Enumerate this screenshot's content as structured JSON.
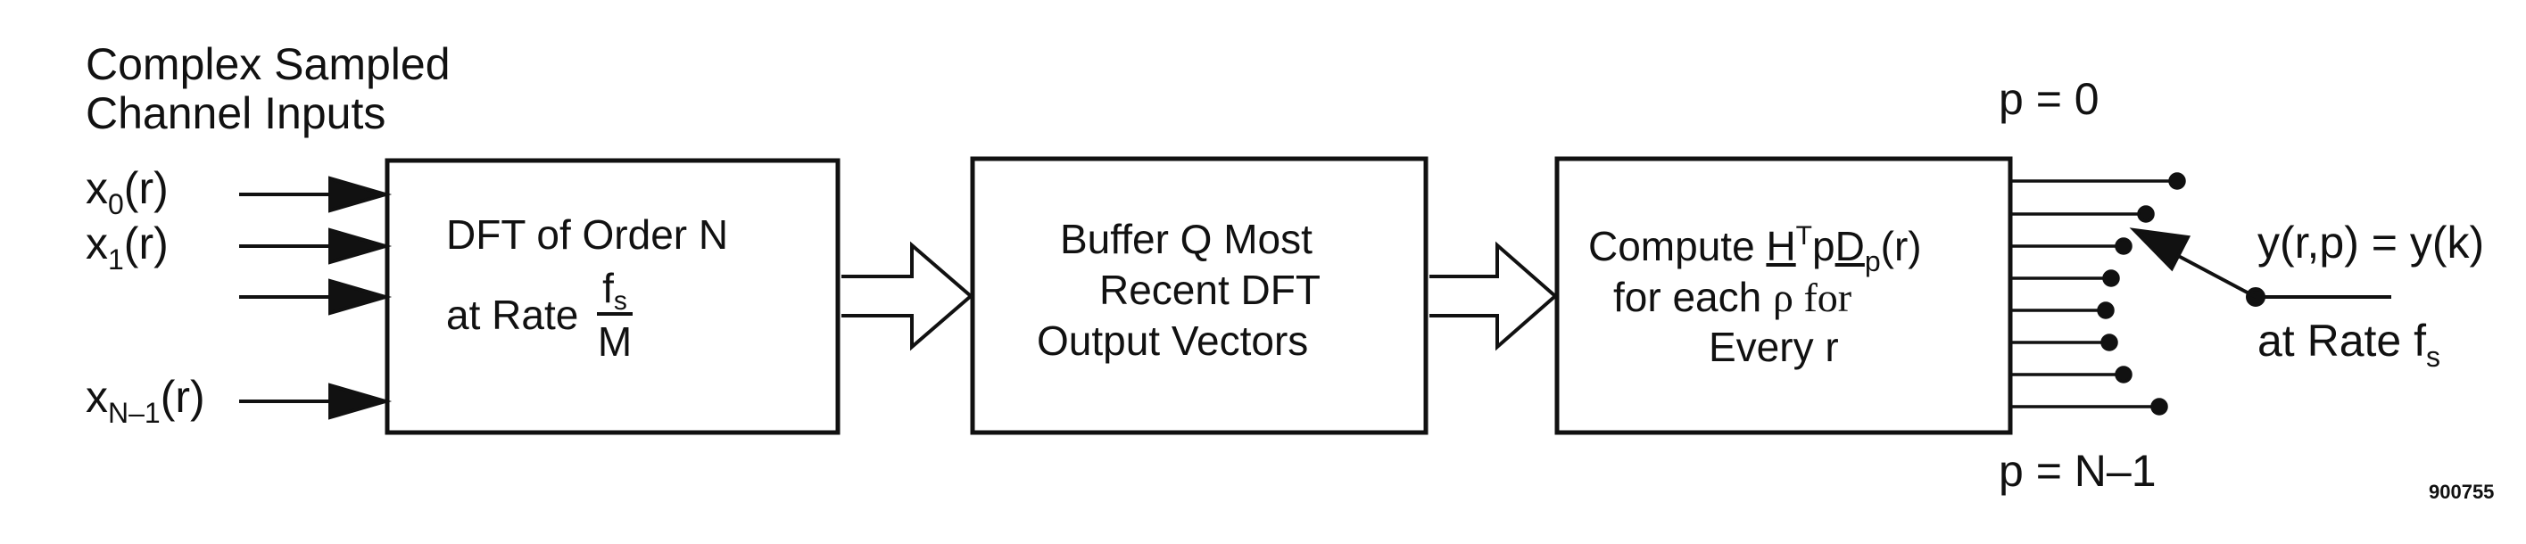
{
  "header": {
    "line1": "Complex Sampled",
    "line2": "Channel Inputs"
  },
  "inputs": [
    {
      "base": "x",
      "sub": "0",
      "tail": "(r)"
    },
    {
      "base": "x",
      "sub": "1",
      "tail": "(r)"
    },
    {
      "base": "x",
      "sub": "N–1",
      "tail": "(r)"
    }
  ],
  "box1": {
    "line1": "DFT of Order N",
    "rate_prefix": "at Rate",
    "frac_num": "f",
    "frac_num_sub": "s",
    "frac_den": "M"
  },
  "box2": {
    "line1": "Buffer Q Most",
    "line2": "Recent DFT",
    "line3": "Output Vectors"
  },
  "box3": {
    "line1_prefix": "Compute ",
    "line1_H": "H",
    "line1_T": "T",
    "line1_p": "p",
    "line1_D": "D",
    "line1_Dsub": "p",
    "line1_tail": "(r)",
    "line2_prefix": "for each ",
    "line2_rho": "ρ",
    "line2_tail": " for",
    "line3": "Every r"
  },
  "commutator": {
    "top_label": "p = 0",
    "bottom_label": "p = N–1",
    "output_label": "y(r,p) = y(k)",
    "rate_prefix": "at Rate f",
    "rate_sub": "s"
  },
  "figure_id": "900755"
}
